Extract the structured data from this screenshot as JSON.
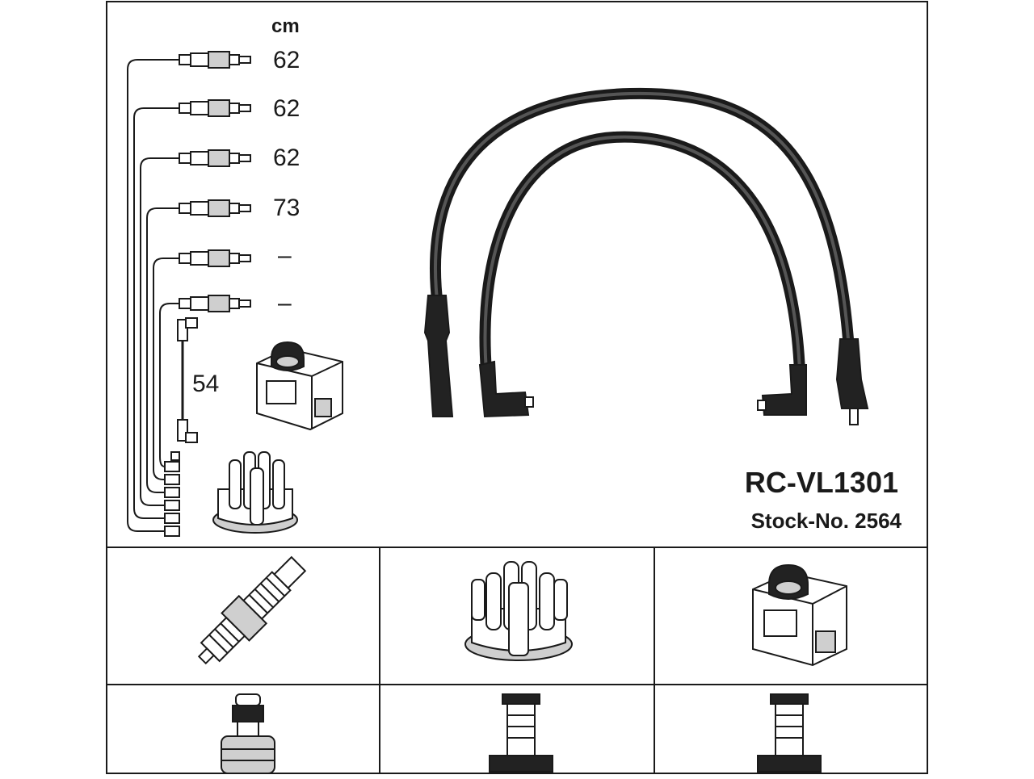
{
  "unit_label": "cm",
  "leads": [
    {
      "length": "62"
    },
    {
      "length": "62"
    },
    {
      "length": "62"
    },
    {
      "length": "73"
    },
    {
      "length": "–"
    },
    {
      "length": "–"
    }
  ],
  "coil_lead_length": "54",
  "product": {
    "model": "RC-VL1301",
    "stock_number": "Stock-No. 2564"
  },
  "components": {
    "top_row": [
      "spark-plug",
      "distributor-cap",
      "ignition-coil"
    ],
    "bottom_row": [
      "plug-terminal",
      "cap-terminal",
      "coil-terminal"
    ]
  }
}
